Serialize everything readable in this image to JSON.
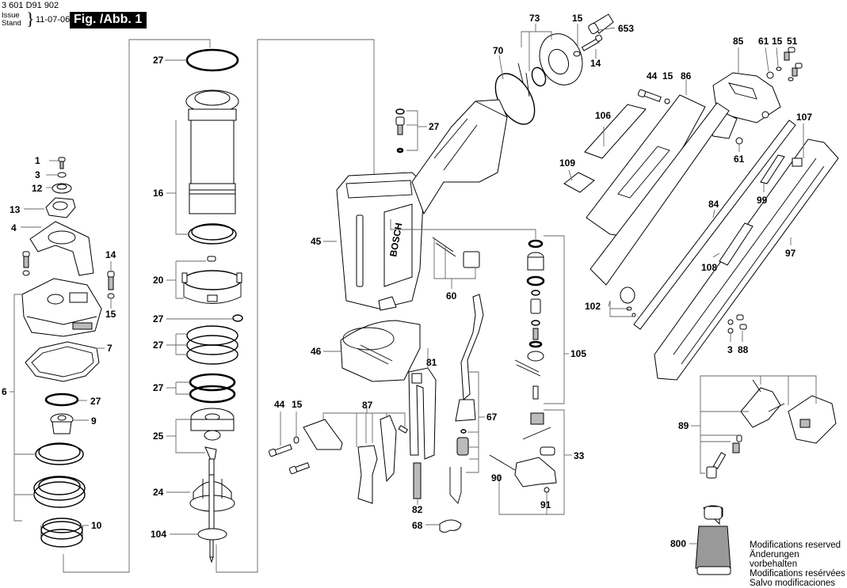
{
  "header": {
    "part_code": "3 601 D91 902",
    "issue_label_en": "Issue",
    "issue_label_de": "Stand",
    "issue_date": "11-07-06",
    "figure_label": "Fig. /Abb. 1"
  },
  "notice": [
    "Modifications reserved",
    "Änderungen vorbehalten",
    "Modifications resérvées",
    "Salvo modificaciones"
  ],
  "brand_on_housing": "BOSCH",
  "callouts": {
    "p1": "1",
    "p3a": "3",
    "p12": "12",
    "p13": "13",
    "p4": "4",
    "p14a": "14",
    "p15a": "15",
    "p6": "6",
    "p7": "7",
    "p27a": "27",
    "p9": "9",
    "p10": "10",
    "p27b": "27",
    "p16": "16",
    "p20": "20",
    "p27c": "27",
    "p27d": "27",
    "p27e": "27",
    "p25": "25",
    "p24": "24",
    "p104": "104",
    "p73": "73",
    "p15b": "15",
    "p653": "653",
    "p70": "70",
    "p14b": "14",
    "p27f": "27",
    "p45": "45",
    "p60": "60",
    "p46": "46",
    "p105": "105",
    "p81": "81",
    "p44a": "44",
    "p15c": "15",
    "p87": "87",
    "p67": "67",
    "p82": "82",
    "p68": "68",
    "p33": "33",
    "p90": "90",
    "p91": "91",
    "p85": "85",
    "p61a": "61",
    "p15d": "15",
    "p51": "51",
    "p44b": "44",
    "p15e": "15",
    "p86": "86",
    "p106": "106",
    "p109": "109",
    "p61b": "61",
    "p107": "107",
    "p99": "99",
    "p84": "84",
    "p97": "97",
    "p108": "108",
    "p102": "102",
    "p3b": "3",
    "p88": "88",
    "p89": "89",
    "p800": "800"
  }
}
